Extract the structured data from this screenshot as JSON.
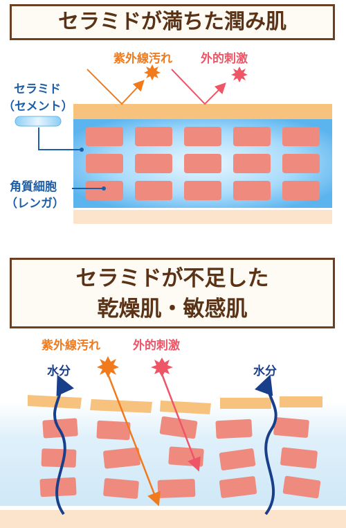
{
  "top": {
    "title": "セラミドが満ちた潤み肌",
    "uv_label": "紫外線汚れ",
    "external_label": "外的刺激",
    "ceramide_label_1": "セラミド",
    "ceramide_label_2": "（セメント）",
    "keratin_label_1": "角質細胞",
    "keratin_label_2": "（レンガ）"
  },
  "bottom": {
    "title_line1": "セラミドが不足した",
    "title_line2": "乾燥肌・敏感肌",
    "uv_label": "紫外線汚れ",
    "external_label": "外的刺激",
    "water_label_left": "水分",
    "water_label_right": "水分"
  },
  "colors": {
    "title_border": "#6b3f1f",
    "uv": "#f07a1c",
    "external": "#ee5566",
    "cement": "#62b8f0",
    "brick": "#ef8a7e",
    "top_layer": "#f7c27d",
    "water_arrow": "#1a3f8a"
  }
}
